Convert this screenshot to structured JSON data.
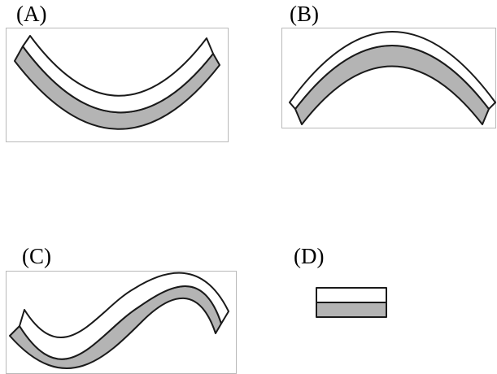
{
  "panels": [
    {
      "id": "A",
      "label": "(A)",
      "shape": "bent-strip-concave-up"
    },
    {
      "id": "B",
      "label": "(B)",
      "shape": "bent-strip-concave-down"
    },
    {
      "id": "C",
      "label": "(C)",
      "shape": "s-curve-strip"
    },
    {
      "id": "D",
      "label": "(D)",
      "shape": "straight-bilayer"
    }
  ],
  "colors": {
    "top_layer": "#ffffff",
    "bottom_layer": "#b4b4b4",
    "outline": "#1a1a1a",
    "frame": "#b9b9b9"
  }
}
